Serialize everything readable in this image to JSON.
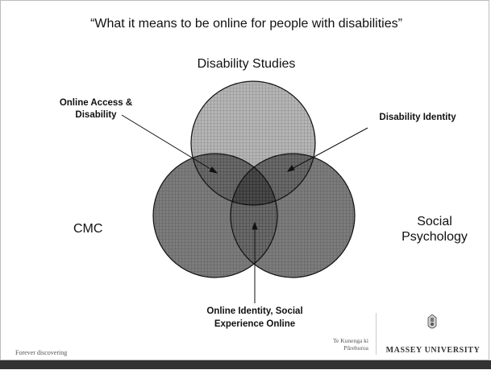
{
  "slide": {
    "title": "“What it means to be online for people with disabilities”",
    "sets": {
      "top": "Disability Studies",
      "left": "CMC",
      "right": "Social Psychology"
    },
    "callouts": {
      "top_left": "Online Access & Disability",
      "top_right": "Disability Identity",
      "center": "Online Identity, Social Experience Online"
    }
  },
  "footer": {
    "tagline": "Forever discovering",
    "maori_name": "Te Kunenga ki Pūrehuroa",
    "university": "MASSEY UNIVERSITY"
  },
  "colors": {
    "circle_top_fill": "#b5b5b5",
    "circle_side_fill": "#7c7c7c",
    "overlap_fill": "#4a4a4a",
    "outline": "#111111",
    "footer_bar": "#333333"
  }
}
